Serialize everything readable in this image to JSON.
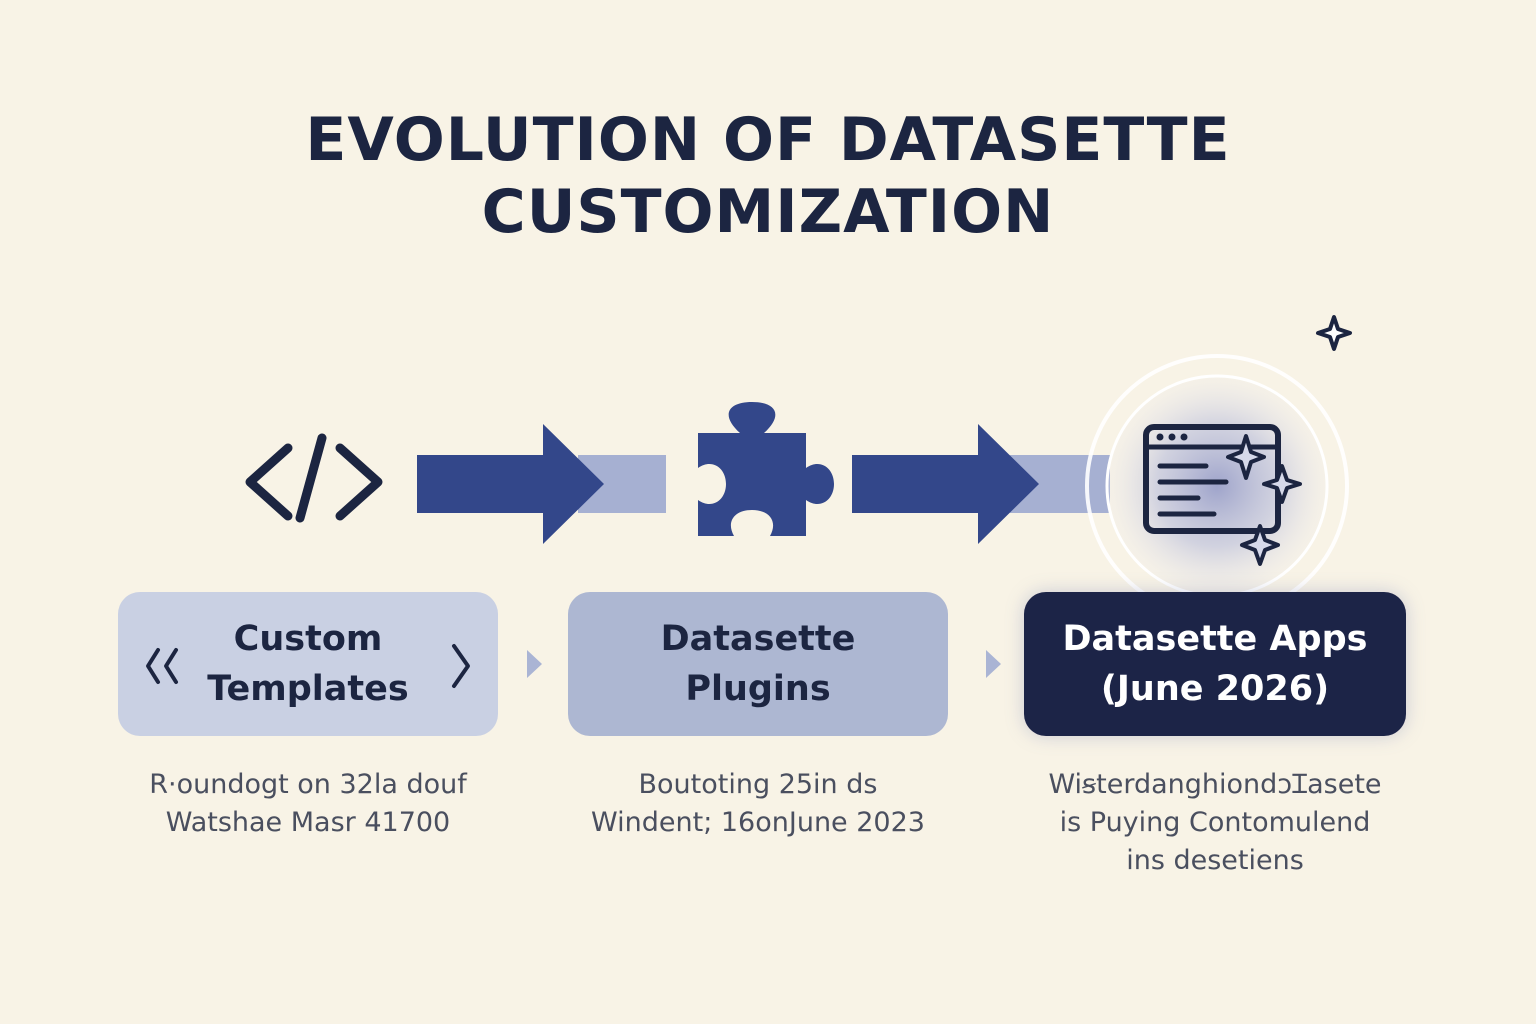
{
  "title": {
    "line1": "EVOLUTION OF DATASETTE",
    "line2": "CUSTOMIZATION"
  },
  "stages": [
    {
      "label_line1": "Custom",
      "label_line2": "Templates",
      "desc_lines": [
        "R·oundogt on 32la douf",
        "Watshae Masr 41700"
      ],
      "icon": "code-brackets-icon"
    },
    {
      "label_line1": "Datasette",
      "label_line2": "Plugins",
      "desc_lines": [
        "Boutoting 25in ds",
        "Windent; 16onJune 2023"
      ],
      "icon": "puzzle-piece-icon"
    },
    {
      "label_line1": "Datasette Apps",
      "label_line2": "(June 2026)",
      "desc_lines": [
        "WiꞩterdanghiondↄꞮasete",
        "is Puying Contomulend",
        "ins desetiens"
      ],
      "icon": "app-window-sparkle-icon"
    }
  ],
  "colors": {
    "background": "#f8f3e6",
    "navy": "#1c2541",
    "arrow": "#33478a",
    "box_light": "#c9d0e3",
    "box_mid": "#adb7d2",
    "box_dark": "#1c2447"
  }
}
